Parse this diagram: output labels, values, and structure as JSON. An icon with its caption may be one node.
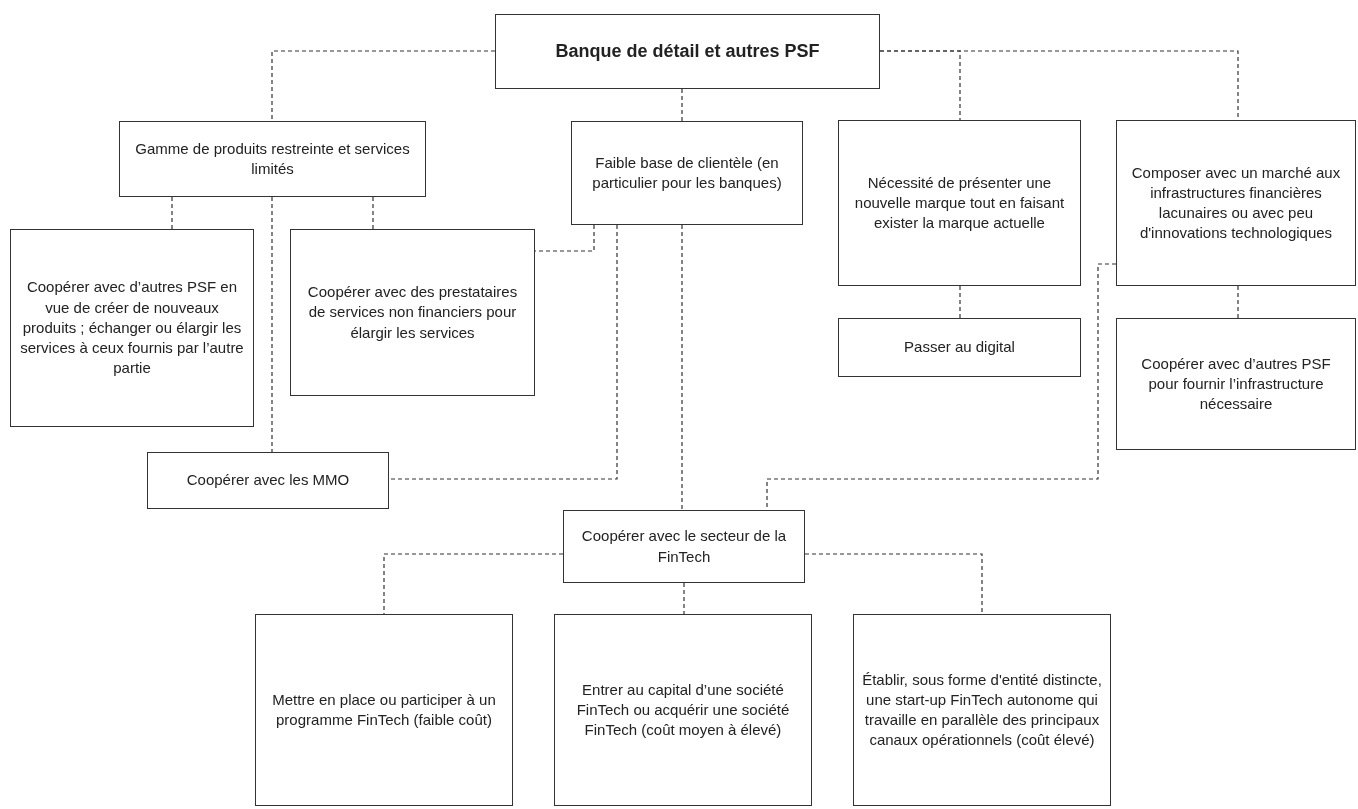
{
  "diagram": {
    "nodes": [
      {
        "text": [
          "Banque de détail et autres PSF"
        ]
      },
      {
        "text": [
          "Gamme de produits restreinte et services limités"
        ]
      },
      {
        "text": [
          "Faible base de clientèle (en particulier pour les banques)"
        ]
      },
      {
        "text": [
          "Nécessité de présenter une nouvelle marque tout en faisant exister la marque actuelle"
        ]
      },
      {
        "text": [
          "Composer avec un marché aux infrastructures financières lacunaires ou avec peu d'innovations technologiques"
        ]
      },
      {
        "text": [
          "Coopérer avec d’autres PSF en vue de créer de nouveaux produits ; échanger ou élargir les services à ceux fournis par l’autre partie"
        ]
      },
      {
        "text": [
          "Coopérer avec des prestataires de services non financiers pour élargir les services"
        ]
      },
      {
        "text": [
          "Passer au digital"
        ]
      },
      {
        "text": [
          "Coopérer avec d’autres PSF pour fournir l’infrastructure nécessaire"
        ]
      },
      {
        "text": [
          "Coopérer avec les MMO"
        ]
      },
      {
        "text": [
          "Coopérer avec le secteur de la FinTech"
        ]
      },
      {
        "text": [
          "Mettre en place ou participer à un programme FinTech (faible coût)"
        ]
      },
      {
        "text": [
          "Entrer au capital d’une société FinTech ou acquérir une société FinTech (coût moyen à élevé)"
        ]
      },
      {
        "text": [
          "Établir, sous forme d'entité distincte, une start-up FinTech autonome qui travaille en parallèle des principaux canaux opérationnels (coût élevé)"
        ]
      }
    ],
    "edges": [
      {
        "from": 0,
        "to": 1,
        "arrow": "none",
        "style": "dashed"
      },
      {
        "from": 0,
        "to": 2,
        "arrow": "none",
        "style": "dashed"
      },
      {
        "from": 0,
        "to": 3,
        "arrow": "none",
        "style": "dashed"
      },
      {
        "from": 0,
        "to": 4,
        "arrow": "none",
        "style": "dashed"
      },
      {
        "from": 1,
        "to": 5,
        "arrow": "none",
        "style": "dashed"
      },
      {
        "from": 1,
        "to": 9,
        "arrow": "none",
        "style": "dashed"
      },
      {
        "from": 1,
        "to": 6,
        "arrow": "none",
        "style": "dashed"
      },
      {
        "from": 2,
        "to": 6,
        "arrow": "none",
        "style": "dashed"
      },
      {
        "from": 2,
        "to": 9,
        "arrow": "none",
        "style": "dashed"
      },
      {
        "from": 2,
        "to": 10,
        "arrow": "none",
        "style": "dashed"
      },
      {
        "from": 3,
        "to": 7,
        "arrow": "none",
        "style": "dashed"
      },
      {
        "from": 4,
        "to": 8,
        "arrow": "none",
        "style": "dashed"
      },
      {
        "from": 4,
        "to": 10,
        "arrow": "none",
        "style": "dashed"
      },
      {
        "from": 10,
        "to": 11,
        "arrow": "none",
        "style": "dashed"
      },
      {
        "from": 10,
        "to": 12,
        "arrow": "none",
        "style": "dashed"
      },
      {
        "from": 10,
        "to": 13,
        "arrow": "none",
        "style": "dashed"
      }
    ]
  }
}
